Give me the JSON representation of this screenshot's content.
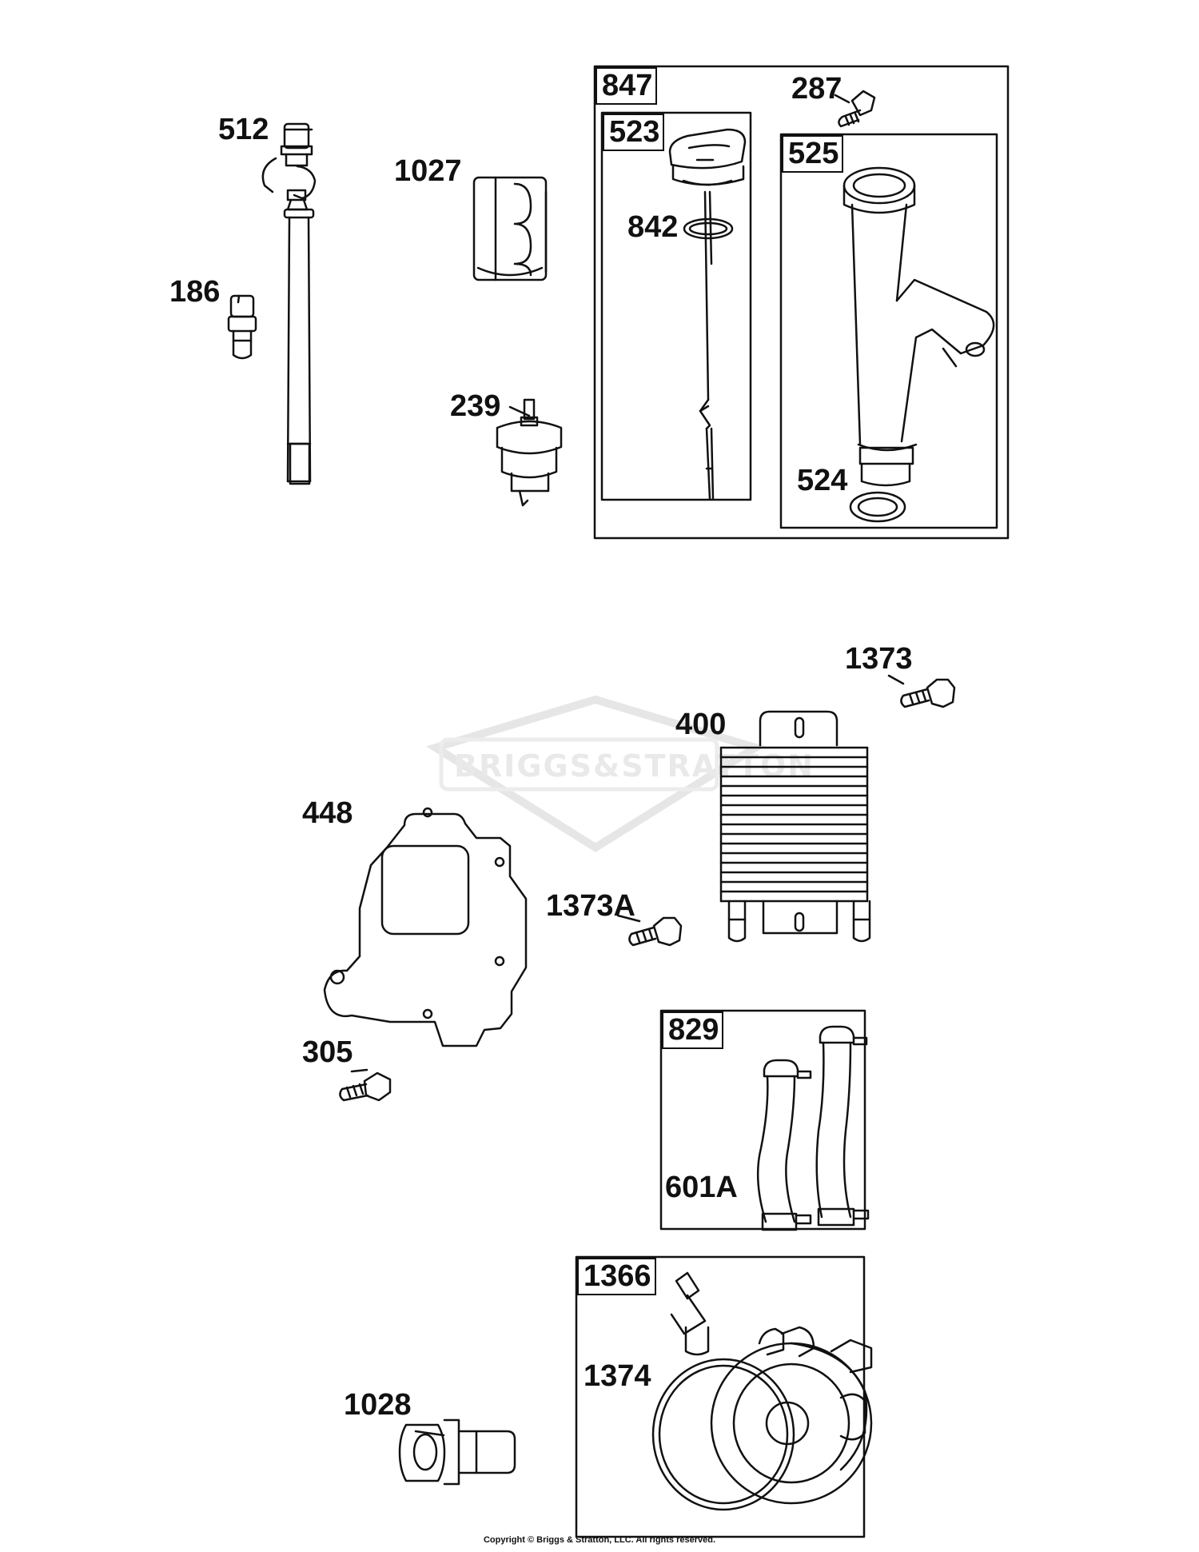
{
  "watermark": {
    "text": "BRIGGS&STRATTON"
  },
  "copyright": "Copyright © Briggs & Stratton, LLC. All rights reserved.",
  "parts": {
    "p512": "512",
    "p1027": "1027",
    "p186": "186",
    "p239": "239",
    "p287": "287",
    "p842": "842",
    "p524": "524",
    "p1373": "1373",
    "p400": "400",
    "p448": "448",
    "p1373A": "1373A",
    "p305": "305",
    "p601A": "601A",
    "p1374": "1374",
    "p1028": "1028"
  },
  "kits": {
    "k847": "847",
    "k523": "523",
    "k525": "525",
    "k829": "829",
    "k1366": "1366"
  }
}
